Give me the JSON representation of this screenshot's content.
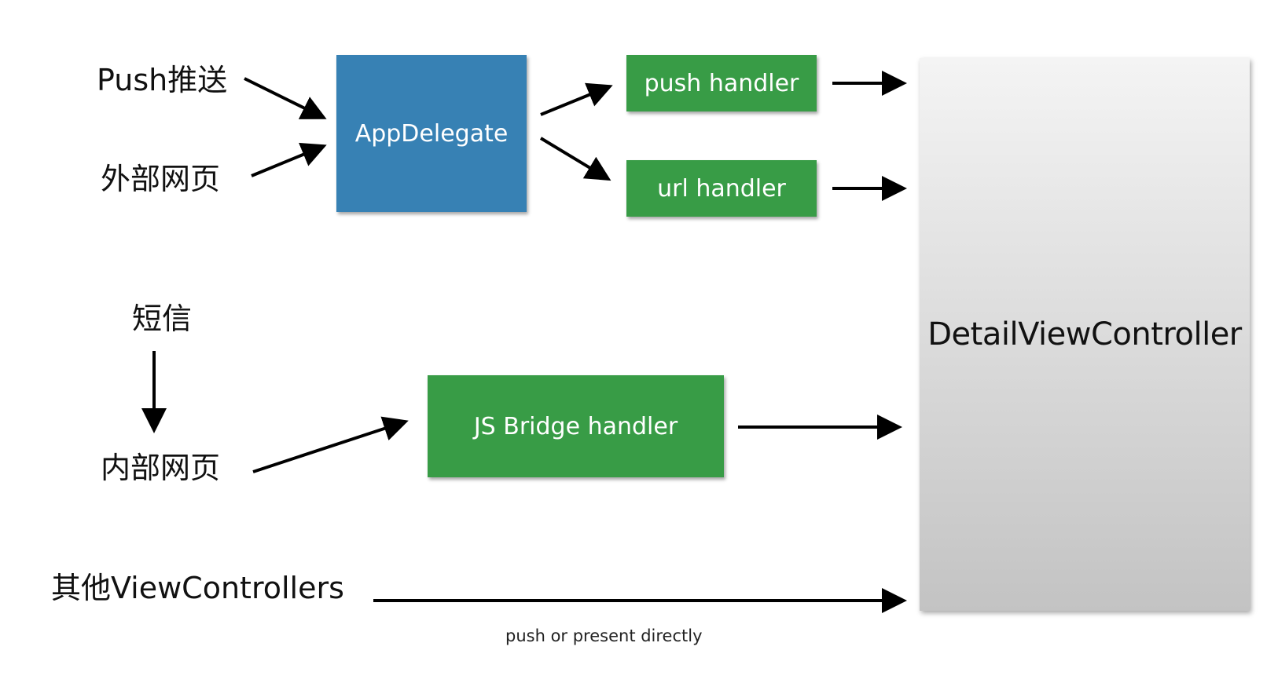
{
  "sources": {
    "push": "Push推送",
    "external_web": "外部网页",
    "sms": "短信",
    "internal_web": "内部网页",
    "other_vc": "其他ViewControllers"
  },
  "boxes": {
    "app_delegate": "AppDelegate",
    "push_handler": "push handler",
    "url_handler": "url handler",
    "js_bridge_handler": "JS Bridge handler",
    "detail_vc": "DetailViewController"
  },
  "caption": "push or present directly",
  "colors": {
    "app_delegate": "#3781b4",
    "handler": "#389c46",
    "detail_top": "#f4f4f4",
    "detail_bottom": "#c3c3c3",
    "arrow": "#000000"
  }
}
